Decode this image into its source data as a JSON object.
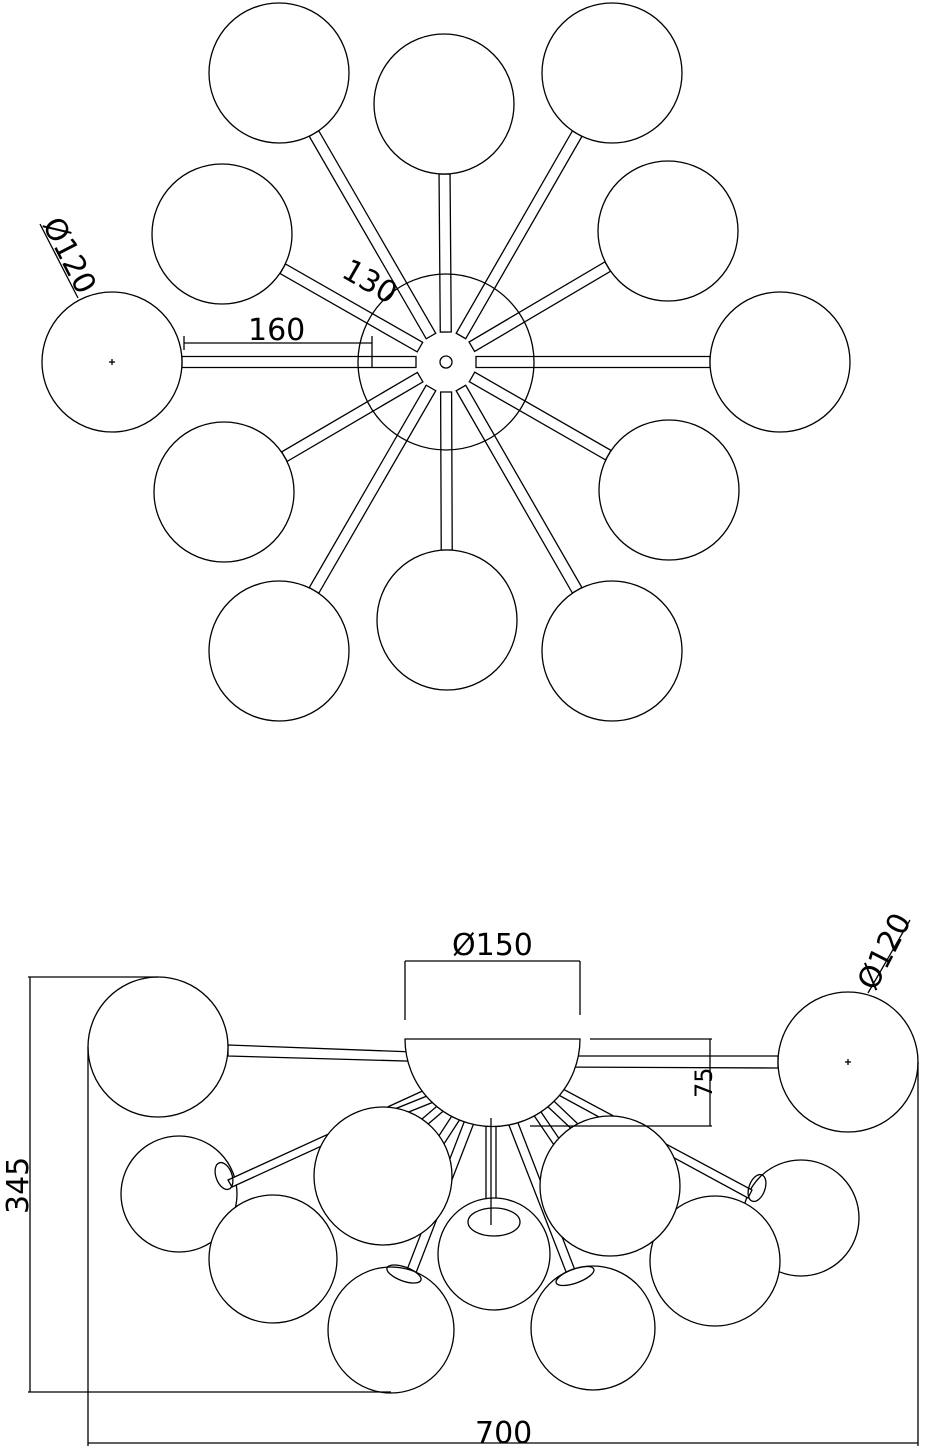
{
  "top_view": {
    "arm_length_label": "160",
    "arm_length_label_2": "130",
    "globe_diameter_label": "Ø120",
    "globe_count": 12
  },
  "side_view": {
    "canopy_diameter_label": "Ø150",
    "canopy_height_label": "75",
    "globe_diameter_label": "Ø120",
    "total_height_label": "345",
    "total_width_label": "700"
  }
}
